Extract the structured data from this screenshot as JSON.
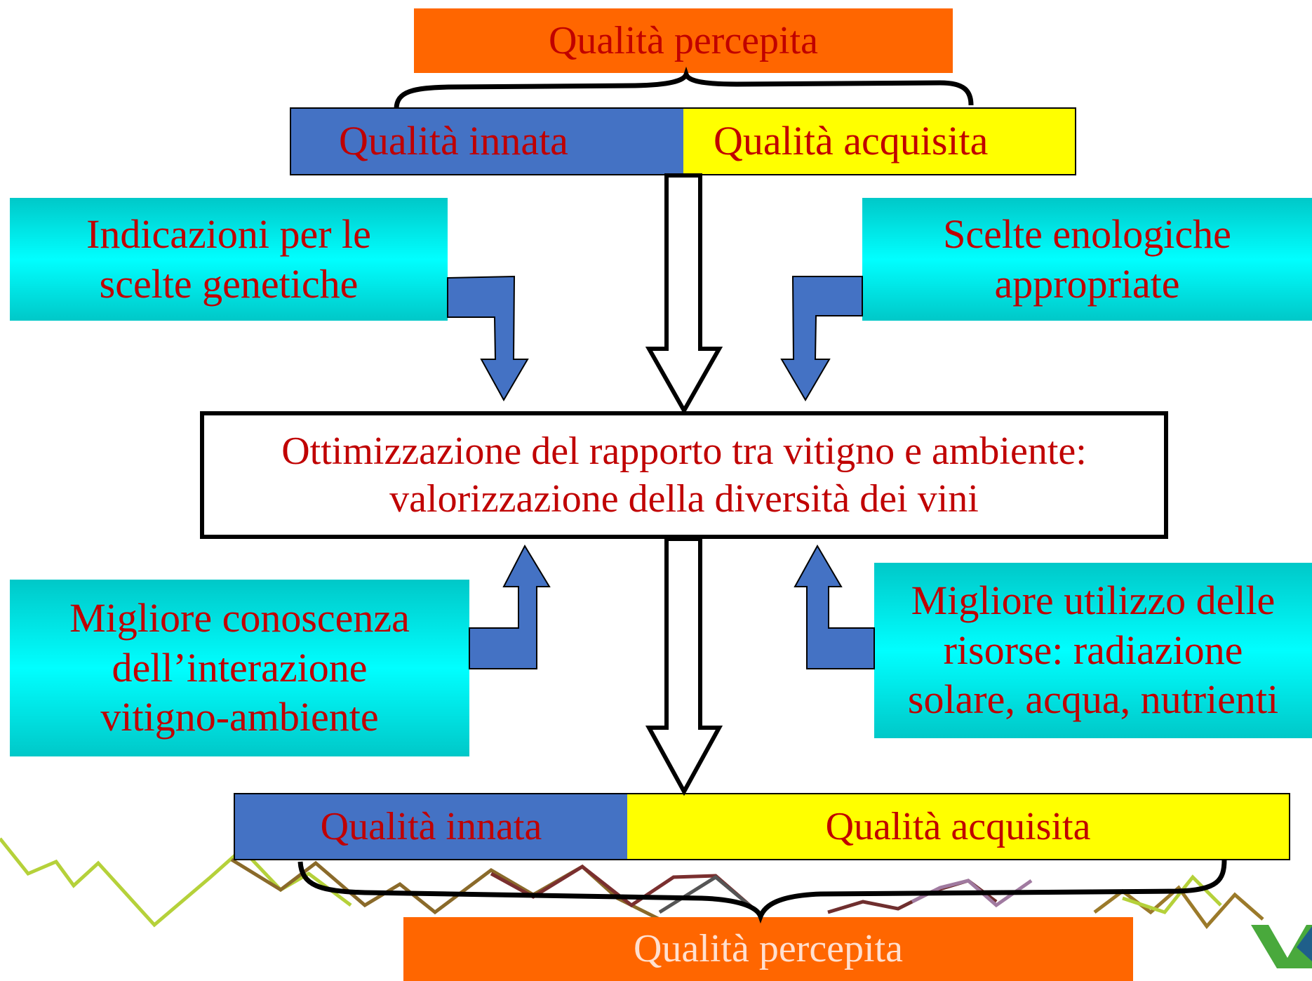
{
  "top": {
    "perceived": "Qualità percepita",
    "innate": "Qualità innata",
    "acquired": "Qualità acquisita"
  },
  "left_top_box": {
    "line1": "Indicazioni per le",
    "line2": "scelte genetiche"
  },
  "right_top_box": {
    "line1": "Scelte enologiche",
    "line2": "appropriate"
  },
  "center_box": {
    "line1": "Ottimizzazione del rapporto tra vitigno e ambiente:",
    "line2": "valorizzazione della diversità dei vini"
  },
  "left_bottom_box": {
    "line1": "Migliore conoscenza",
    "line2": "dell’interazione",
    "line3": "vitigno-ambiente"
  },
  "right_bottom_box": {
    "line1": "Migliore utilizzo delle",
    "line2": "risorse: radiazione",
    "line3": "solare, acqua, nutrienti"
  },
  "bottom": {
    "innate": "Qualità innata",
    "acquired": "Qualità acquisita",
    "perceived": "Qualità percepita"
  },
  "colors": {
    "text_red": "#c00000",
    "orange": "#ff6600",
    "blue": "#4472c4",
    "yellow": "#ffff00",
    "cyan": "#00ffff"
  }
}
